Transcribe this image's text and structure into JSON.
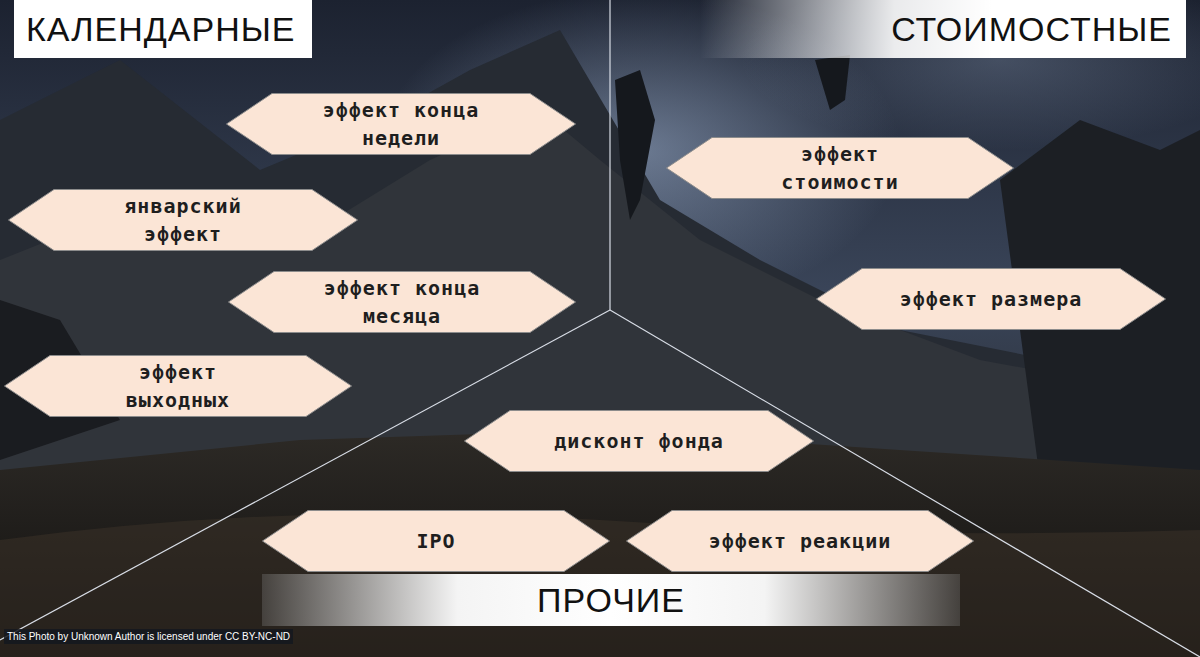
{
  "diagram": {
    "nodes": [
      {
        "text": [
          "КАЛЕНДАРНЫЕ"
        ]
      },
      {
        "text": [
          "СТОИМОСТНЫЕ"
        ]
      },
      {
        "text": [
          "эффект конца недели"
        ]
      },
      {
        "text": [
          "эффект стоимости"
        ]
      },
      {
        "text": [
          "январский эффект"
        ]
      },
      {
        "text": [
          "эффект конца месяца"
        ]
      },
      {
        "text": [
          "эффект размера"
        ]
      },
      {
        "text": [
          "эффект выходных"
        ]
      },
      {
        "text": [
          "дисконт фонда"
        ]
      },
      {
        "text": [
          "IPO"
        ]
      },
      {
        "text": [
          "эффект реакции"
        ]
      },
      {
        "text": [
          "ПРОЧИЕ"
        ]
      }
    ],
    "labels": [
      "This Photo by Unknown Author is licensed under CC BY-NC-ND"
    ]
  }
}
